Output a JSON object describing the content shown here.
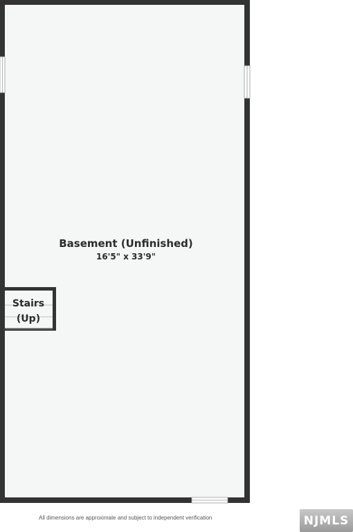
{
  "room": {
    "name": "Basement (Unfinished)",
    "dimensions": "16'5\" x 33'9\""
  },
  "stairs": {
    "line1": "Stairs",
    "line2": "(Up)"
  },
  "footer": {
    "disclaimer": "All dimensions are approximate and subject to independent verification",
    "logo": "NJMLS"
  },
  "colors": {
    "wall": "#333333",
    "floor": "#f5f6f6",
    "logo_bg": "#aaaaaa"
  },
  "icons": [
    "window-icon",
    "stairs-icon"
  ]
}
